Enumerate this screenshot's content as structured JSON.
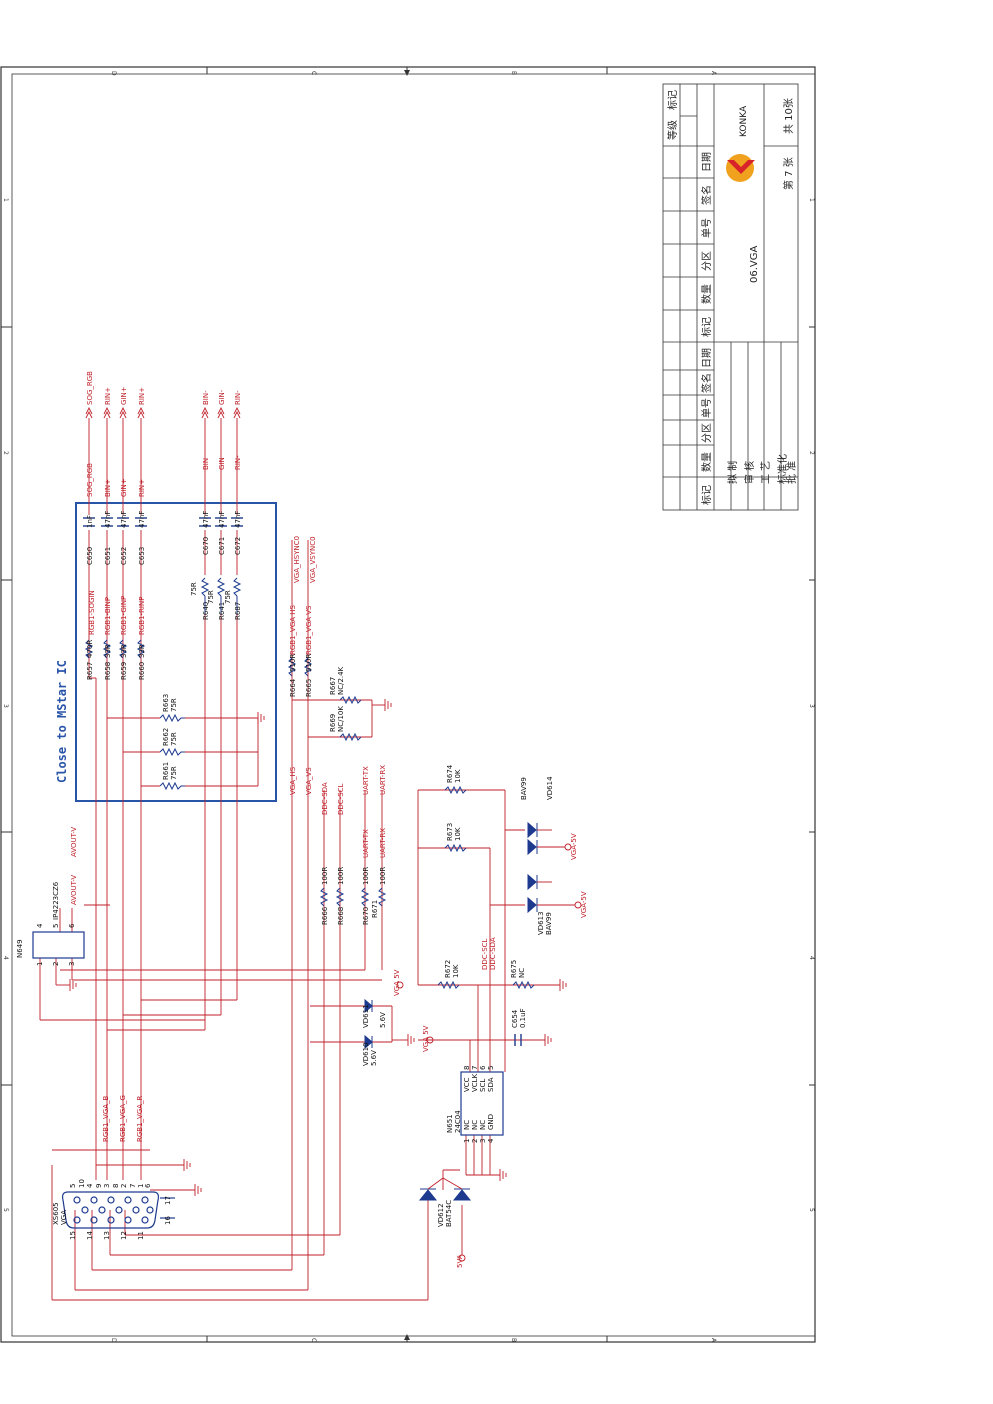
{
  "sheet": {
    "title": "06.VGA",
    "company": "KONKA",
    "page_no": "第 7 张",
    "page_total": "共 10张",
    "block_note": "Close to MStar IC",
    "zone_letters": [
      "D",
      "C",
      "B",
      "A"
    ],
    "zone_numbers": [
      "1",
      "2",
      "3",
      "4",
      "5"
    ]
  },
  "title_block": {
    "left_headers": [
      "标记",
      "数量",
      "分区",
      "单号",
      "签名",
      "日期"
    ],
    "row_labels": [
      "拟 制",
      "审 核",
      "工 艺",
      "标准化",
      "批 准"
    ],
    "top_headers": [
      "标记",
      "数量",
      "分区",
      "单号",
      "签名",
      "日期"
    ],
    "grade_headers": [
      "等级",
      "标记"
    ]
  },
  "colors": {
    "wire": "#c0202a",
    "part": "#1d3a8f",
    "border": "#333333",
    "block": "#2955a8",
    "logo_orange": "#f0a21f",
    "logo_red": "#d8232a"
  },
  "nets": {
    "offsheet_in": [
      "SOG_RGB",
      "RIN+",
      "GIN+",
      "RIN+",
      "BIN-",
      "GIN-",
      "RIN-"
    ],
    "bus_labels": [
      "SOG_RGB",
      "BIN+",
      "GIN+",
      "RIN+",
      "BIN",
      "GIN",
      "RIN-"
    ],
    "sync": [
      "VGA_HSYNC0",
      "VGA_VSYNC0"
    ],
    "rgb_inner": [
      "RGB1-SOGIN",
      "RGB1-BINP",
      "RGB1-GINP",
      "RGB1-RINP"
    ],
    "vga_vs_labels": [
      "RGB1_VGA HS",
      "RGB1_VGA VS"
    ],
    "vga_hs": "VGA_HS",
    "vga_vs": "VGA_VS",
    "ddc": [
      "DDC-SDA",
      "DDC-SCL"
    ],
    "uart": [
      "UART-TX",
      "UART-RX"
    ],
    "uart_sheet": [
      "UART-TX",
      "UART-RX"
    ],
    "avout": [
      "AVOUT-V",
      "AVOUT-V"
    ],
    "vga_rgb": [
      "RGB1_VGA_B",
      "RGB1_VGA_G",
      "RGB1_VGA_R"
    ],
    "ddc_eeprom": [
      "DDC-SCL",
      "DDC-SDA"
    ],
    "power": [
      "VGA 5V",
      "VGA 5V",
      "VGA-5V",
      "VGA-5V",
      "5VA"
    ]
  },
  "components": {
    "caps": [
      {
        "ref": "C650",
        "val": "1nF"
      },
      {
        "ref": "C651",
        "val": "47nF"
      },
      {
        "ref": "C652",
        "val": "47nF"
      },
      {
        "ref": "C653",
        "val": "47nF"
      },
      {
        "ref": "C670",
        "val": "47nF"
      },
      {
        "ref": "C671",
        "val": "47nF"
      },
      {
        "ref": "C672",
        "val": "47nF"
      }
    ],
    "sog_res": [
      {
        "ref": "R657",
        "val": "470R"
      },
      {
        "ref": "R658",
        "val": "33R"
      },
      {
        "ref": "R659",
        "val": "33R"
      },
      {
        "ref": "R660",
        "val": "33R"
      }
    ],
    "term_res": [
      {
        "ref": "R640",
        "val": "75R"
      },
      {
        "ref": "R641",
        "val": "75R"
      },
      {
        "ref": "R687",
        "val": "75R"
      }
    ],
    "load_res": [
      {
        "ref": "R663",
        "val": "75R"
      },
      {
        "ref": "R662",
        "val": "75R"
      },
      {
        "ref": "R661",
        "val": "75R"
      }
    ],
    "sync_res": [
      {
        "ref": "R664",
        "val": "510R"
      },
      {
        "ref": "R665",
        "val": "510R"
      },
      {
        "ref": "R667",
        "val": "NC/2.4K"
      },
      {
        "ref": "R669",
        "val": "NC/10K"
      }
    ],
    "pull_res": [
      {
        "ref": "R674",
        "val": "10K"
      },
      {
        "ref": "R673",
        "val": "10K"
      },
      {
        "ref": "R672",
        "val": "10K"
      },
      {
        "ref": "R675",
        "val": "NC"
      }
    ],
    "series_res": [
      {
        "ref": "R666",
        "val": "100R"
      },
      {
        "ref": "R668",
        "val": "100R"
      },
      {
        "ref": "R670",
        "val": "100R"
      },
      {
        "ref": "R671",
        "val": "100R"
      }
    ],
    "diodes": [
      {
        "ref": "VD614",
        "val": "BAV99"
      },
      {
        "ref": "VD613",
        "val": "BAV99"
      },
      {
        "ref": "VD611",
        "val": "5.6V"
      },
      {
        "ref": "VD610",
        "val": "5.6V"
      },
      {
        "ref": "VD612",
        "val": "BAT54C"
      }
    ],
    "eeprom": {
      "ref": "N651",
      "val": "24C04",
      "pins_left": [
        "NC",
        "NC",
        "NC",
        "GND"
      ],
      "pins_right": [
        "VCC",
        "VCLK",
        "SCL",
        "SDA"
      ],
      "nums_left": [
        "1",
        "2",
        "3",
        "4"
      ],
      "nums_right": [
        "8",
        "7",
        "6",
        "5"
      ]
    },
    "cap_c654": {
      "ref": "C654",
      "val": "0.1uF"
    },
    "buffer": {
      "ref": "N649",
      "val": "IP4223CZ6",
      "pins": [
        "1",
        "2",
        "3",
        "4",
        "5",
        "6"
      ]
    },
    "connector": {
      "ref": "XS605",
      "val": "VGA",
      "pins": [
        "15",
        "14",
        "13",
        "12",
        "11",
        "10",
        "9",
        "8",
        "7",
        "6",
        "5",
        "4",
        "3",
        "2",
        "1",
        "17",
        "16"
      ]
    }
  }
}
